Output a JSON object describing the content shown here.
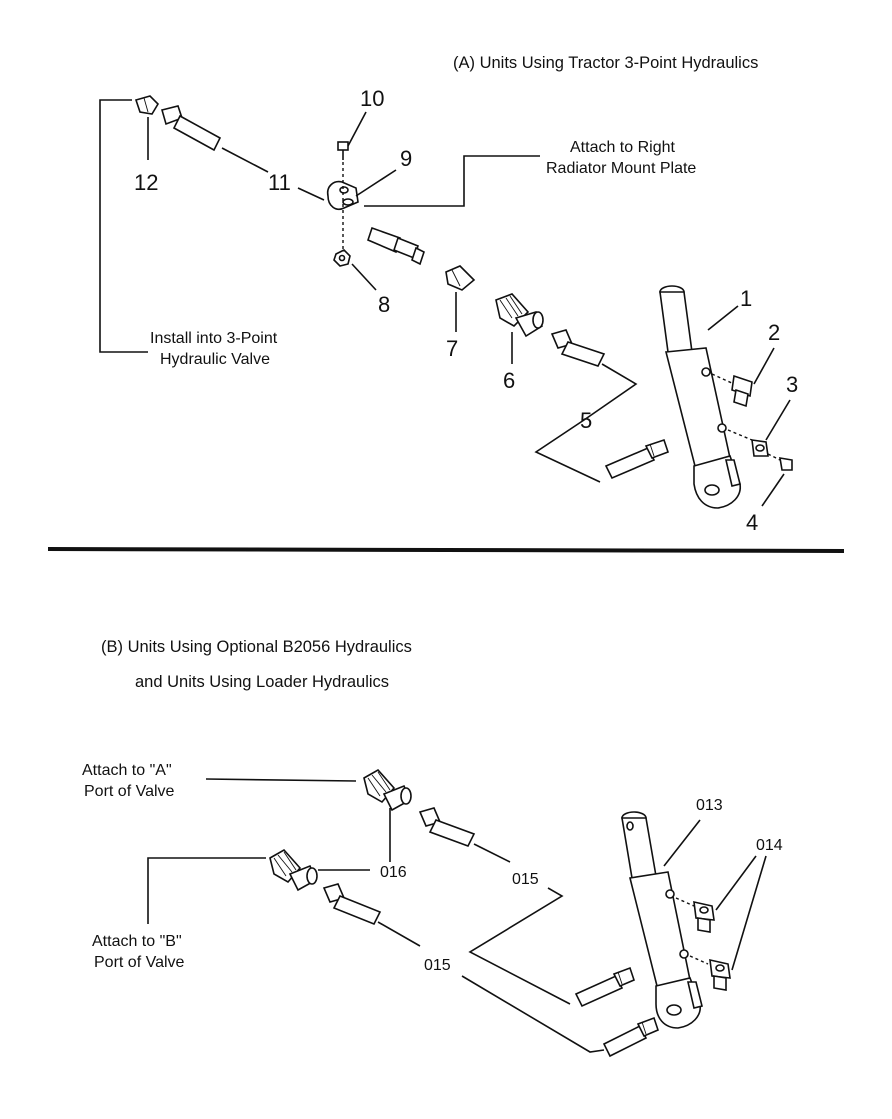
{
  "section_a": {
    "title": "(A)  Units Using Tractor 3-Point Hydraulics",
    "note_right_line1": "Attach to Right",
    "note_right_line2": "Radiator Mount Plate",
    "note_valve_line1": "Install into 3-Point",
    "note_valve_line2": "Hydraulic Valve",
    "callouts": [
      "1",
      "2",
      "3",
      "4",
      "5",
      "6",
      "7",
      "8",
      "9",
      "10",
      "11",
      "12"
    ]
  },
  "section_b": {
    "title_line1": "(B)  Units Using Optional B2056 Hydraulics",
    "title_line2": "and Units Using Loader Hydraulics",
    "note_a_line1": "Attach to \"A\"",
    "note_a_line2": "Port of Valve",
    "note_b_line1": "Attach to \"B\"",
    "note_b_line2": "Port of Valve",
    "callouts": [
      "013",
      "014",
      "015",
      "015",
      "016"
    ]
  }
}
